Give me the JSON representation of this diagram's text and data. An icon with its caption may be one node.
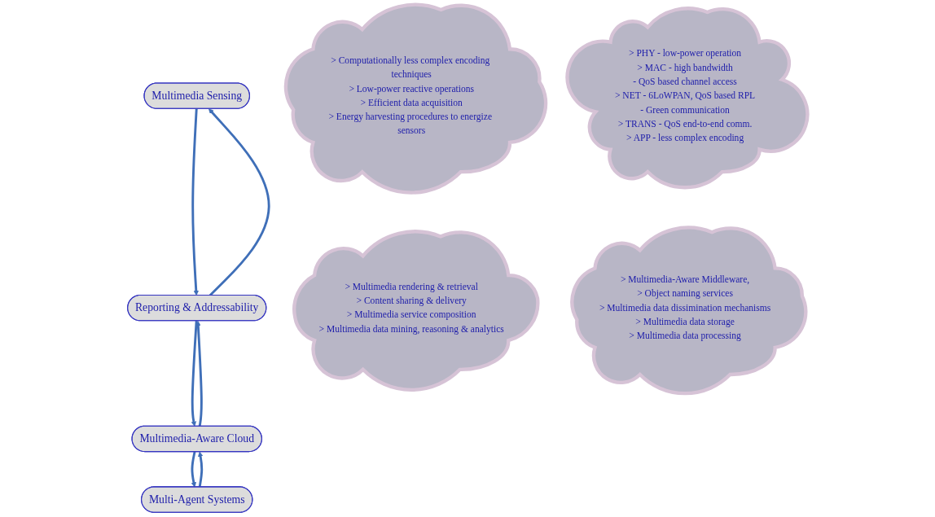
{
  "diagram": {
    "nodes": [
      {
        "text": [
          "> Computationally less complex encoding techniques",
          "> Low-power reactive operations",
          "> Efficient data acquisition",
          "> Energy harvesting procedures to energize sensors"
        ]
      },
      {
        "text": [
          "Multimedia Sensing"
        ]
      },
      {
        "text": [
          "> PHY - low-power operation",
          "> MAC - high bandwidth",
          "- QoS based channel access",
          "> NET - 6LoWPAN, QoS based RPL",
          "- Green communication",
          "> TRANS - QoS end-to-end comm.",
          "> APP - less complex encoding"
        ]
      },
      {
        "text": [
          "Reporting & Addressability"
        ]
      },
      {
        "text": [
          "> Multimedia rendering & retrieval",
          "> Content sharing & delivery",
          "> Multimedia service composition",
          "> Multimedia data mining, reasoning & analytics"
        ]
      },
      {
        "text": [
          "Multi-Agent Systems"
        ]
      },
      {
        "text": [
          "> Multimedia-Aware Middleware,",
          "> Object naming services",
          "> Multimedia data dissimination mechanisms",
          "> Multimedia data storage",
          "> Multimedia data processing"
        ]
      },
      {
        "text": [
          "Multimedia-Aware Cloud"
        ]
      }
    ],
    "edges": [
      {
        "from": 1,
        "to": 3,
        "arrow": "to"
      },
      {
        "from": 3,
        "to": 1,
        "arrow": "to"
      },
      {
        "from": 7,
        "to": 3,
        "arrow": "to"
      },
      {
        "from": 3,
        "to": 7,
        "arrow": "to"
      },
      {
        "from": 5,
        "to": 7,
        "arrow": "to"
      },
      {
        "from": 7,
        "to": 5,
        "arrow": "to"
      }
    ]
  }
}
